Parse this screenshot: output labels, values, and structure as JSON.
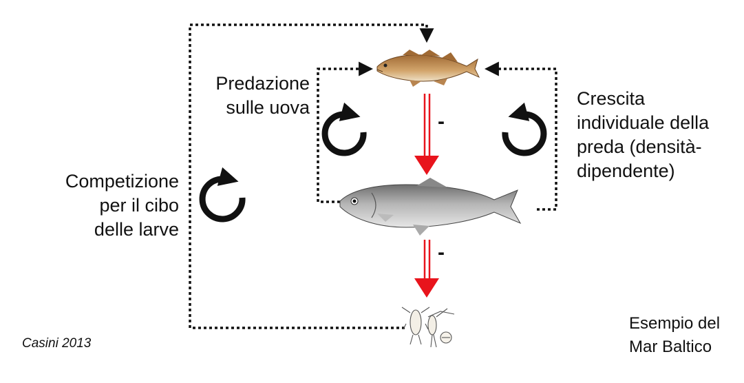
{
  "labels": {
    "predation": [
      "Predazione",
      "sulle uova"
    ],
    "competition": [
      "Competizione",
      "per il cibo",
      "delle larve"
    ],
    "growth": [
      "Crescita",
      "individuale della",
      "preda (densità-",
      "dipendente)"
    ],
    "example": [
      "Esempio del",
      "Mar Baltico"
    ],
    "citation": "Casini 2013"
  },
  "effects": {
    "cod_on_herring": "-",
    "herring_on_zooplankton": "-"
  },
  "organisms": [
    "cod-fish-icon",
    "herring-fish-icon",
    "zooplankton-icon"
  ],
  "colors": {
    "arrow_red": "#e8141c",
    "dotted": "#111111",
    "cod_body": "#c08a4a",
    "herring_body": "#9a9a9a"
  }
}
